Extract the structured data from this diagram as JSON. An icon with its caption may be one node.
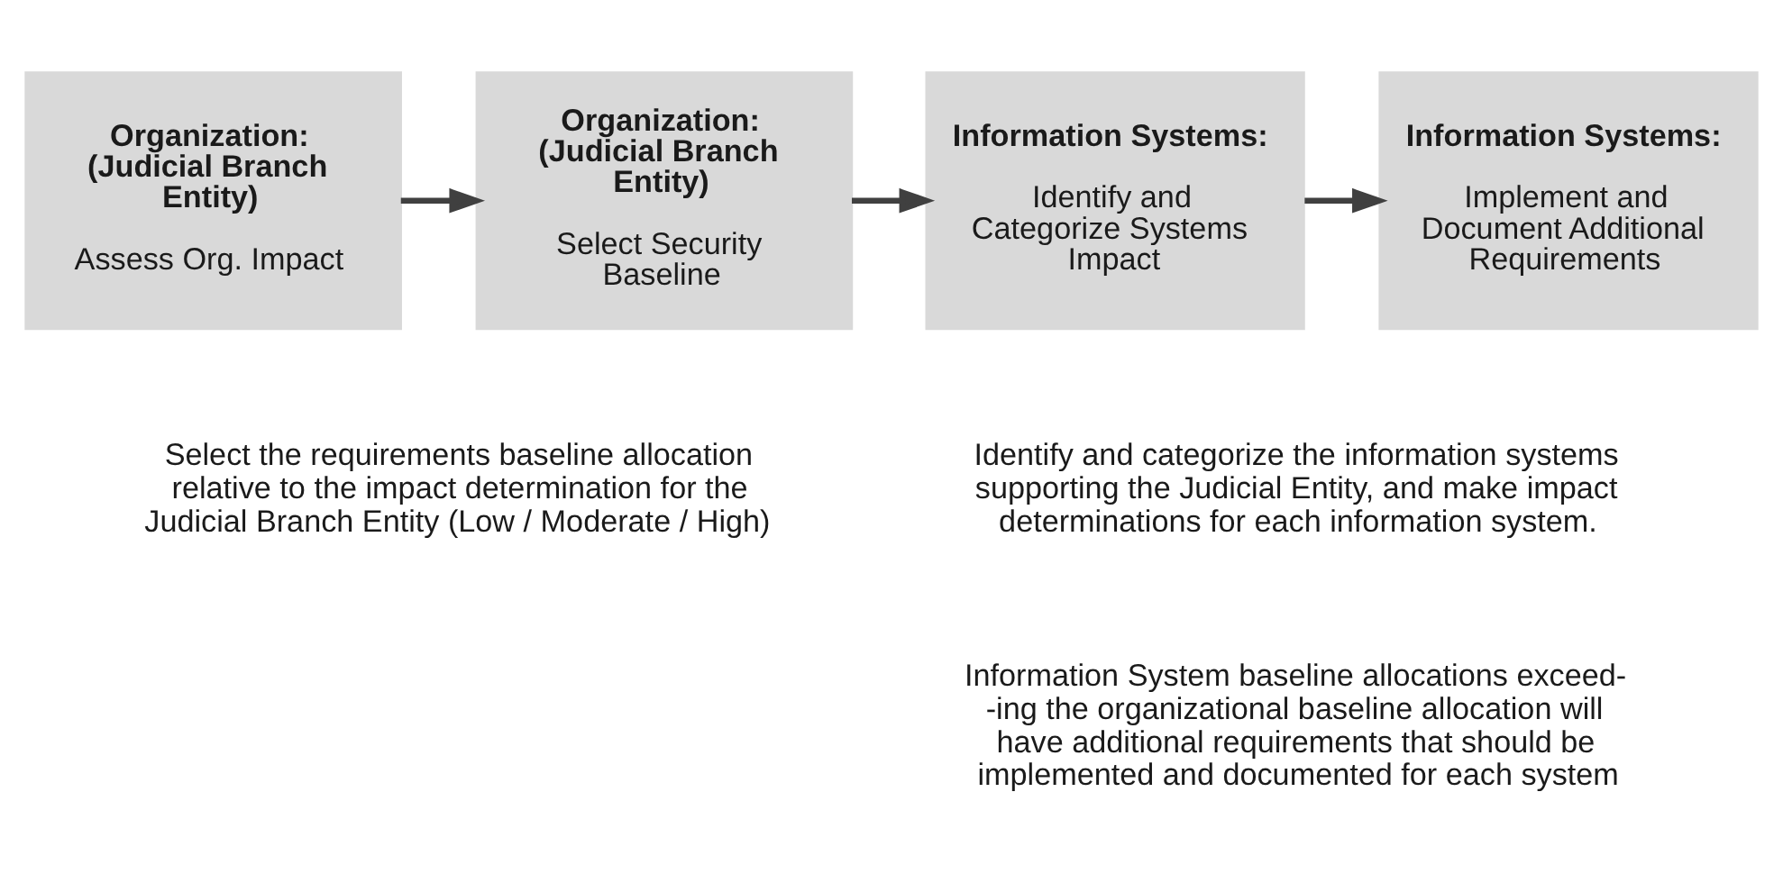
{
  "diagram": {
    "nodes": [
      {
        "text": [
          "Organization: (Judicial Branch Entity)",
          "Assess Org. Impact"
        ]
      },
      {
        "text": [
          "Organization: (Judicial Branch Entity)",
          "Select Security Baseline"
        ]
      },
      {
        "text": [
          "Information Systems:",
          "Identify and Categorize Systems Impact"
        ]
      },
      {
        "text": [
          "Information Systems:",
          "Implement and Document Additional Requirements"
        ]
      }
    ],
    "edges": [
      {
        "from": 0,
        "to": 1,
        "arrow": "to"
      },
      {
        "from": 1,
        "to": 2,
        "arrow": "to"
      },
      {
        "from": 2,
        "to": 3,
        "arrow": "to"
      }
    ],
    "labels": [
      "Select the requirements baseline allocation relative to the impact determination for the Judicial Branch Entity (Low / Moderate / High)",
      "Identify and categorize the information systems supporting the Judicial Entity, and make impact determinations for each information system.",
      "Information System baseline allocations exceed- -ing the organizational baseline allocation will have additional requirements that should be implemented and documented for each system"
    ]
  }
}
